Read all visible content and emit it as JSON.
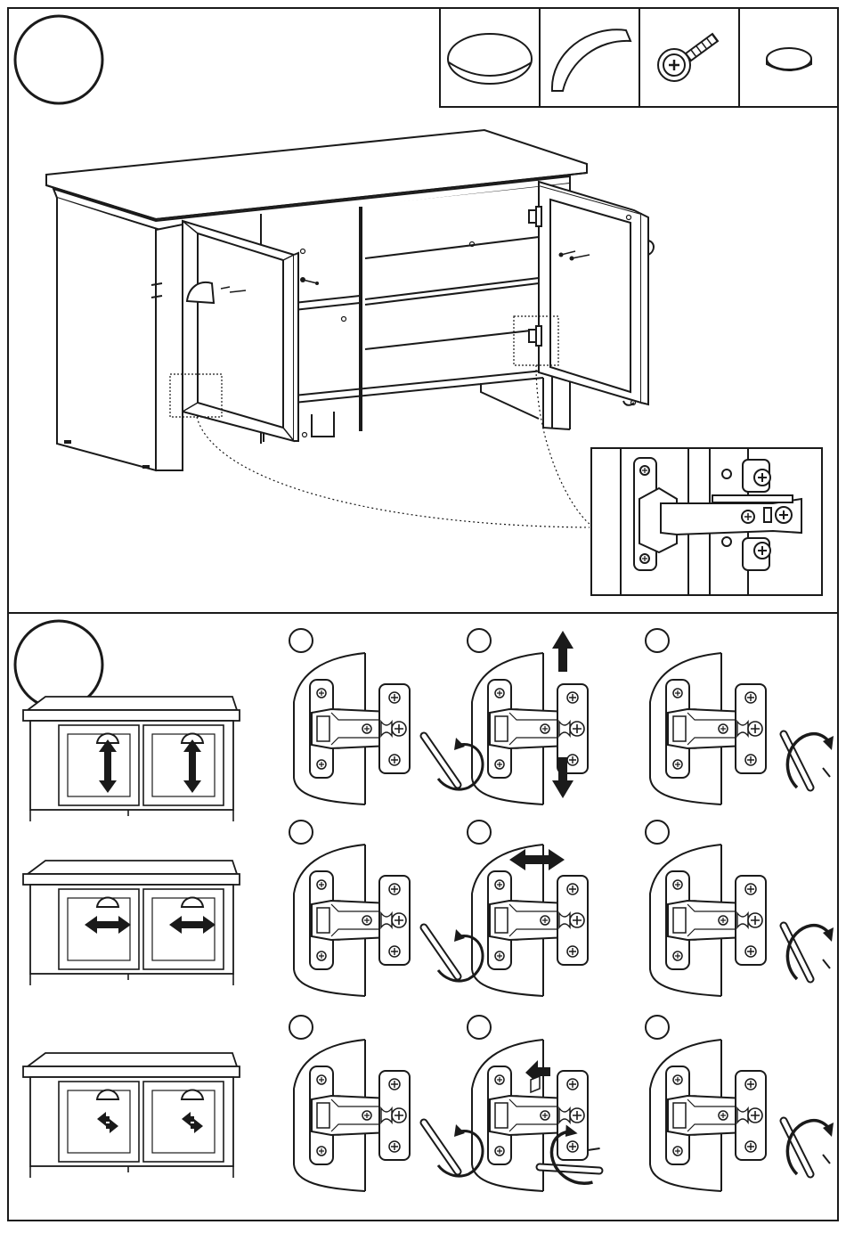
{
  "sheet": {
    "step_badges": [
      "",
      ""
    ],
    "hardware_parts": [
      {
        "icon": "round-cover-cap-icon"
      },
      {
        "icon": "cup-handle-icon"
      },
      {
        "icon": "hinge-screw-icon"
      },
      {
        "icon": "felt-pad-icon"
      }
    ],
    "adjustments": [
      {
        "direction": "vertical",
        "arrow_icon": "double-arrow-vertical-icon",
        "frames": [
          "",
          "",
          ""
        ]
      },
      {
        "direction": "horizontal",
        "arrow_icon": "double-arrow-horizontal-icon",
        "frames": [
          "",
          "",
          ""
        ]
      },
      {
        "direction": "depth",
        "arrow_icon": "double-arrow-depth-icon",
        "frames": [
          "",
          "",
          ""
        ]
      }
    ],
    "colors": {
      "line": "#1a1a1a",
      "fill": "#ffffff",
      "shade": "#d9d9d9"
    }
  }
}
